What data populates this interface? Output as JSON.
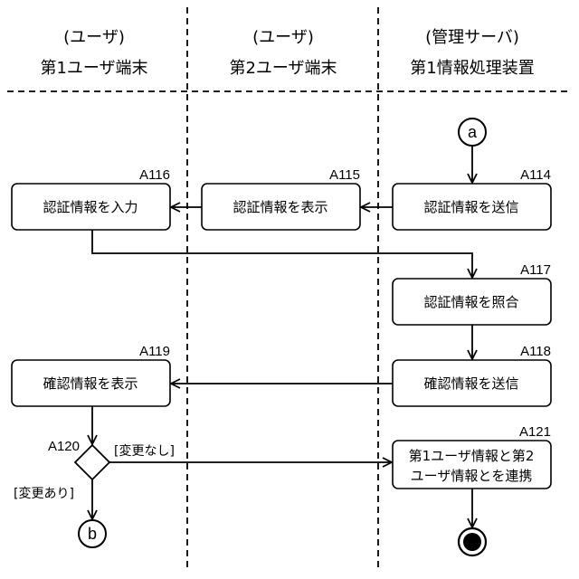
{
  "lanes": [
    {
      "role": "(ユーザ)",
      "name": "第1ユーザ端末"
    },
    {
      "role": "(ユーザ)",
      "name": "第2ユーザ端末"
    },
    {
      "role": "(管理サーバ)",
      "name": "第1情報処理装置"
    }
  ],
  "connectors": {
    "start": "a",
    "end": "b"
  },
  "steps": {
    "a114": {
      "id": "A114",
      "label": "認証情報を送信"
    },
    "a115": {
      "id": "A115",
      "label": "認証情報を表示"
    },
    "a116": {
      "id": "A116",
      "label": "認証情報を入力"
    },
    "a117": {
      "id": "A117",
      "label": "認証情報を照合"
    },
    "a118": {
      "id": "A118",
      "label": "確認情報を送信"
    },
    "a119": {
      "id": "A119",
      "label": "確認情報を表示"
    },
    "a121": {
      "id": "A121",
      "line1": "第1ユーザ情報と第2",
      "line2": "ユーザ情報とを連携"
    }
  },
  "decision": {
    "id": "A120",
    "no_change": "[変更なし]",
    "changed": "[変更あり]"
  }
}
